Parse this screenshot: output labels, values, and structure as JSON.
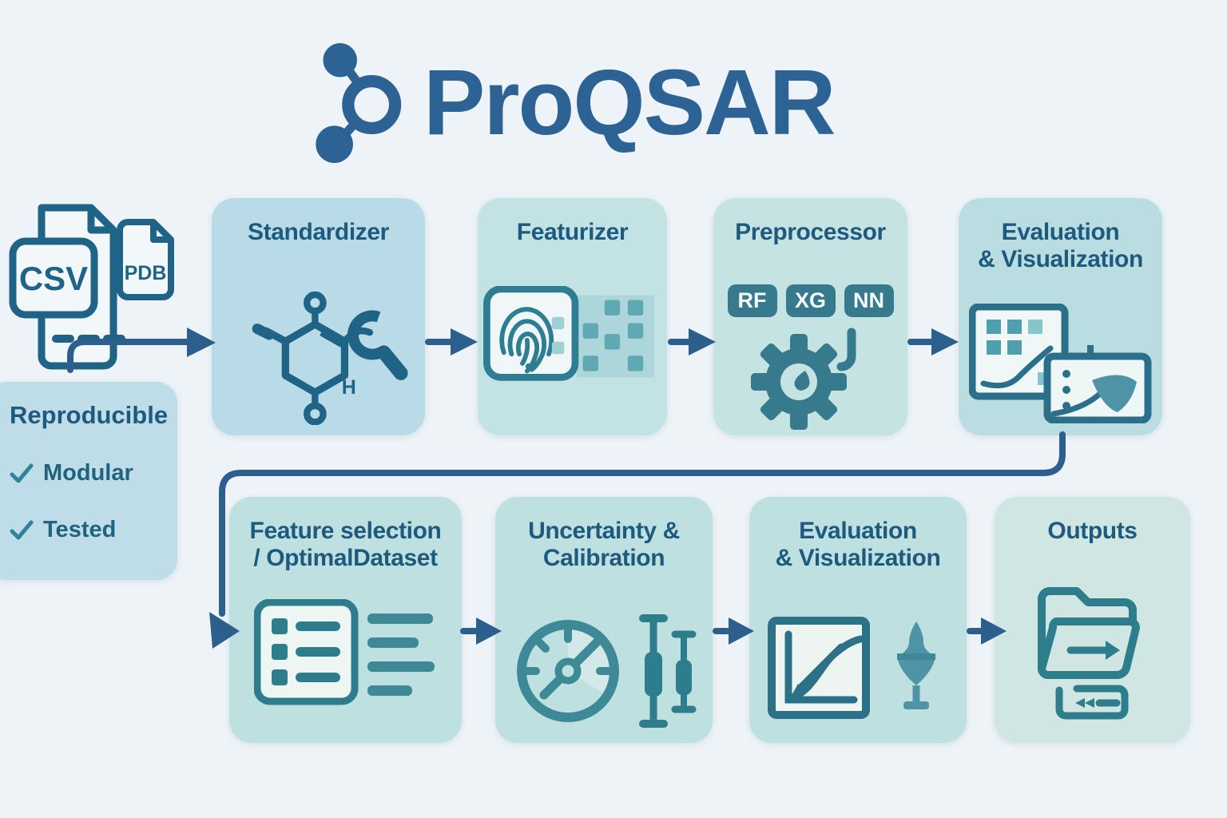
{
  "title": {
    "text": "ProQSAR"
  },
  "inputs": {
    "files": [
      "CSV",
      "PDB"
    ]
  },
  "qualities": {
    "heading": "Reproducible",
    "items": [
      "Modular",
      "Tested"
    ]
  },
  "top_row": [
    {
      "title_lines": [
        "Standardizer"
      ],
      "icon": "molecule-wrench-icon"
    },
    {
      "title_lines": [
        "Featurizer"
      ],
      "icon": "fingerprint-matrix-icon"
    },
    {
      "title_lines": [
        "Preprocessor"
      ],
      "badges": [
        "RF",
        "XG",
        "NN"
      ],
      "icon": "gear-hook-icon"
    },
    {
      "title_lines": [
        "Evaluation",
        "& Visualization"
      ],
      "icon": "chart-panels-icon"
    }
  ],
  "bottom_row": [
    {
      "title_lines": [
        "Feature selection",
        "/ OptimalDataset"
      ],
      "icon": "checklist-icon"
    },
    {
      "title_lines": [
        "Uncertainty &",
        "Calibration"
      ],
      "icon": "gauge-errorbars-icon"
    },
    {
      "title_lines": [
        "Evaluation",
        "& Visualization"
      ],
      "icon": "roc-violin-icon"
    },
    {
      "title_lines": [
        "Outputs"
      ],
      "icon": "folder-export-icon"
    }
  ],
  "colors": {
    "background": "#edf3f7",
    "title_blue": "#2d6394",
    "heading_blue": "#1d5a7e",
    "arrow_blue": "#2d5f8c",
    "icon_stroke": "#1f6386",
    "teal_fill": "#37798d",
    "box_blue": "#b9dbe7",
    "box_teal": "#c3e2e4",
    "box_bottom": "#bfe0e0",
    "box_outputs": "#d0e6e2",
    "panel_reproducible": "#bedde9"
  }
}
